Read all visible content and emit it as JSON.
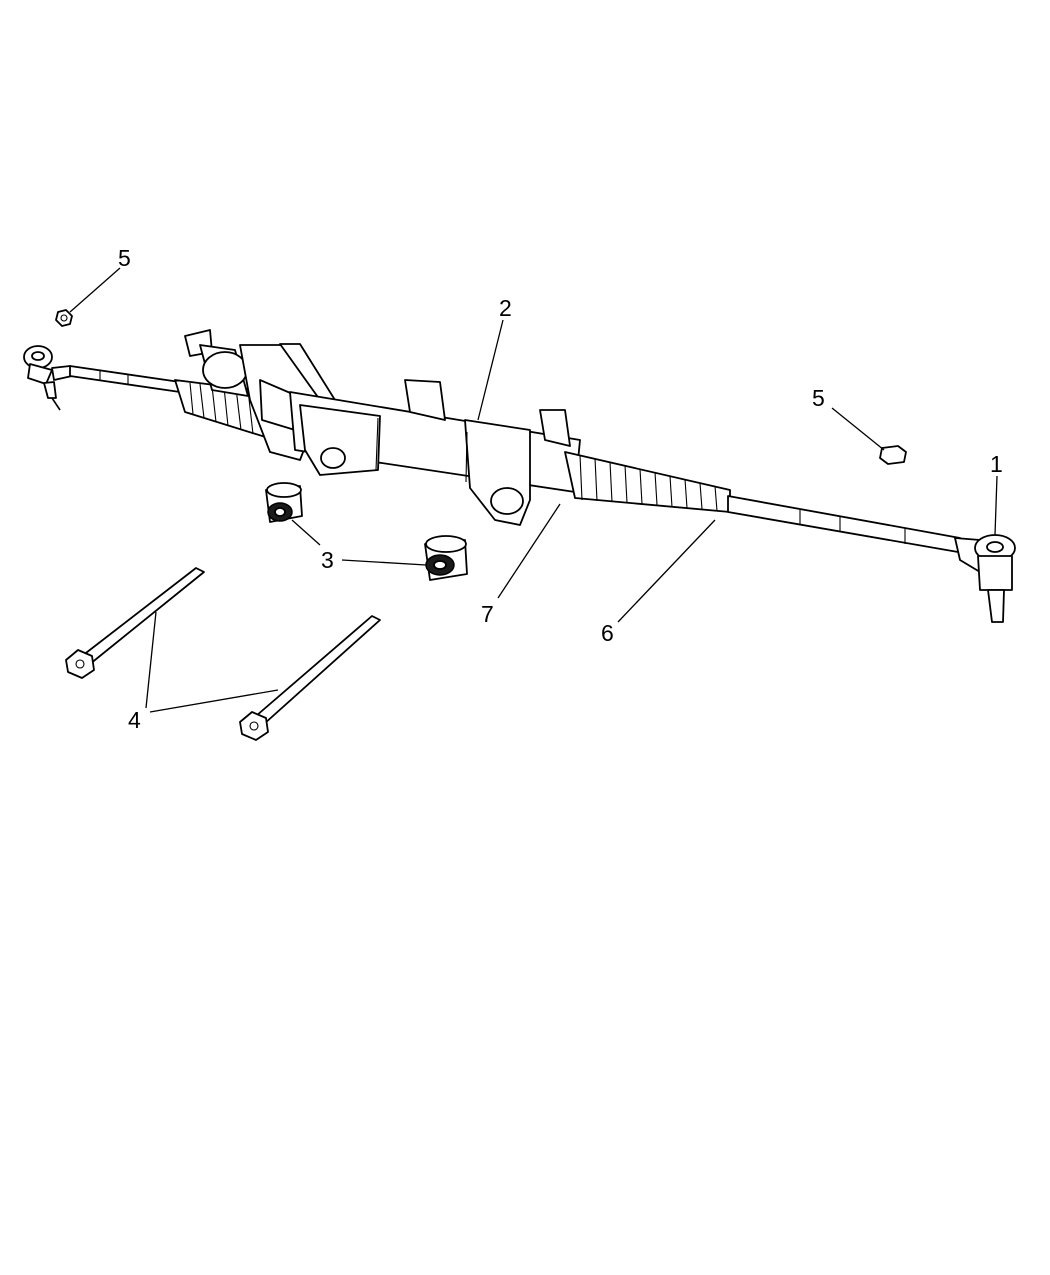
{
  "callouts": [
    {
      "id": "c1",
      "label": "1"
    },
    {
      "id": "c2",
      "label": "2"
    },
    {
      "id": "c3",
      "label": "3"
    },
    {
      "id": "c4",
      "label": "4"
    },
    {
      "id": "c5a",
      "label": "5"
    },
    {
      "id": "c5b",
      "label": "5"
    },
    {
      "id": "c6",
      "label": "6"
    },
    {
      "id": "c7",
      "label": "7"
    }
  ],
  "colors": {
    "line": "#000000",
    "background": "#ffffff"
  }
}
